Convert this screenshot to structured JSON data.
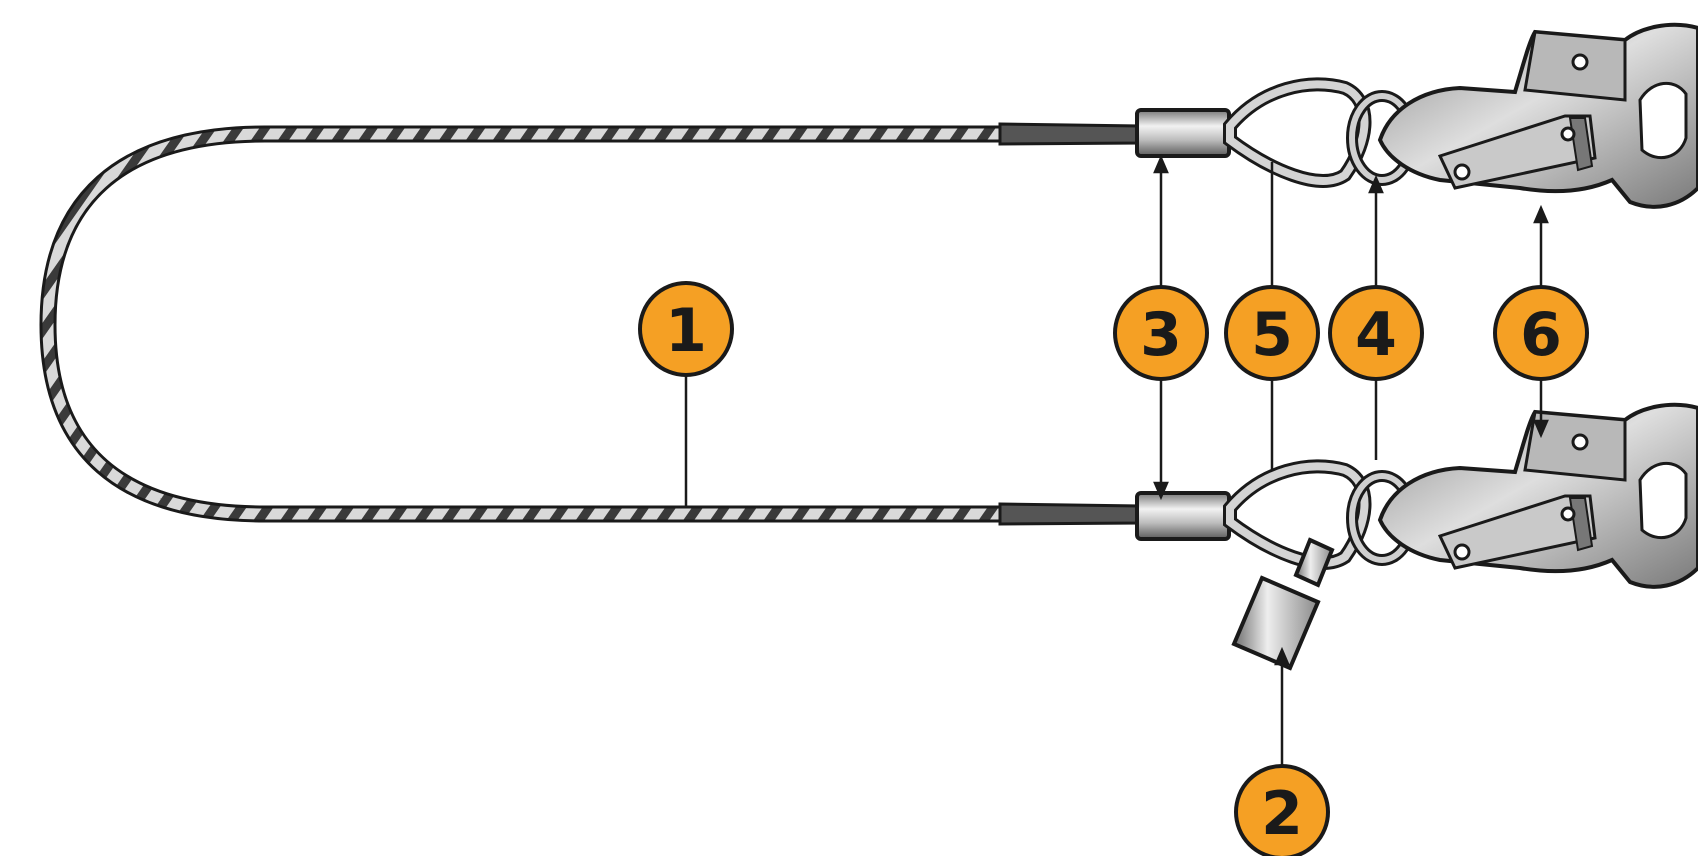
{
  "colors": {
    "callout_fill": "#F5A024",
    "callout_stroke": "#1a1a1a",
    "leader_line": "#1a1a1a",
    "cable_light": "#dcdcdc",
    "cable_dark": "#3a3a3a",
    "metal_light": "#e6e6e6",
    "metal_mid": "#a9a9a9",
    "metal_dark": "#555555"
  },
  "callouts": [
    {
      "id": "1",
      "label": "1",
      "icon": "callout-circle"
    },
    {
      "id": "2",
      "label": "2",
      "icon": "callout-circle"
    },
    {
      "id": "3",
      "label": "3",
      "icon": "callout-circle"
    },
    {
      "id": "4",
      "label": "4",
      "icon": "callout-circle"
    },
    {
      "id": "5",
      "label": "5",
      "icon": "callout-circle"
    },
    {
      "id": "6",
      "label": "6",
      "icon": "callout-circle"
    }
  ],
  "icons": {
    "cable": "wire-rope-loop-icon",
    "ferrule": "crimp-sleeve-icon",
    "thimble": "thimble-icon",
    "ring": "swivel-ring-icon",
    "hook": "snap-hook-icon",
    "absorber": "cable-end-absorber-icon"
  }
}
